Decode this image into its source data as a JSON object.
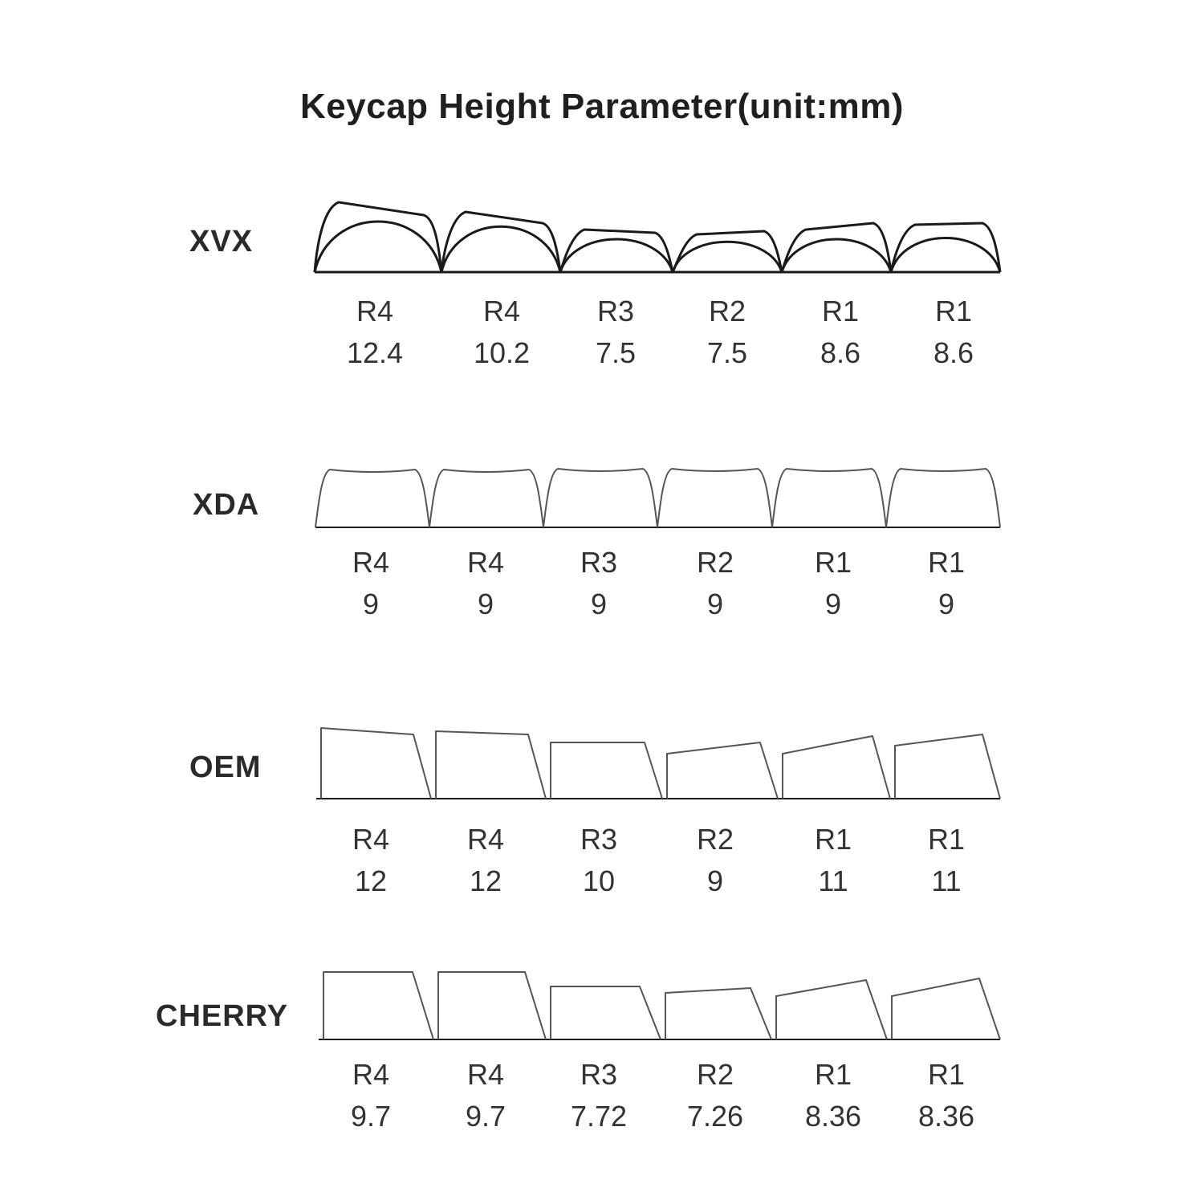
{
  "title": "Keycap Height Parameter(unit:mm)",
  "colors": {
    "background": "#ffffff",
    "stroke": "#1a1a1a",
    "stroke_light": "#555555",
    "text": "#333333"
  },
  "profiles": [
    {
      "id": "xvx",
      "name": "XVX",
      "shape": "dome",
      "keys": [
        {
          "row": "R4",
          "height": "12.4"
        },
        {
          "row": "R4",
          "height": "10.2"
        },
        {
          "row": "R3",
          "height": "7.5"
        },
        {
          "row": "R2",
          "height": "7.5"
        },
        {
          "row": "R1",
          "height": "8.6"
        },
        {
          "row": "R1",
          "height": "8.6"
        }
      ]
    },
    {
      "id": "xda",
      "name": "XDA",
      "shape": "flat",
      "keys": [
        {
          "row": "R4",
          "height": "9"
        },
        {
          "row": "R4",
          "height": "9"
        },
        {
          "row": "R3",
          "height": "9"
        },
        {
          "row": "R2",
          "height": "9"
        },
        {
          "row": "R1",
          "height": "9"
        },
        {
          "row": "R1",
          "height": "9"
        }
      ]
    },
    {
      "id": "oem",
      "name": "OEM",
      "shape": "sculpted",
      "keys": [
        {
          "row": "R4",
          "height": "12"
        },
        {
          "row": "R4",
          "height": "12"
        },
        {
          "row": "R3",
          "height": "10"
        },
        {
          "row": "R2",
          "height": "9"
        },
        {
          "row": "R1",
          "height": "11"
        },
        {
          "row": "R1",
          "height": "11"
        }
      ]
    },
    {
      "id": "cherry",
      "name": "CHERRY",
      "shape": "sculpted",
      "keys": [
        {
          "row": "R4",
          "height": "9.7"
        },
        {
          "row": "R4",
          "height": "9.7"
        },
        {
          "row": "R3",
          "height": "7.72"
        },
        {
          "row": "R2",
          "height": "7.26"
        },
        {
          "row": "R1",
          "height": "8.36"
        },
        {
          "row": "R1",
          "height": "8.36"
        }
      ]
    }
  ]
}
